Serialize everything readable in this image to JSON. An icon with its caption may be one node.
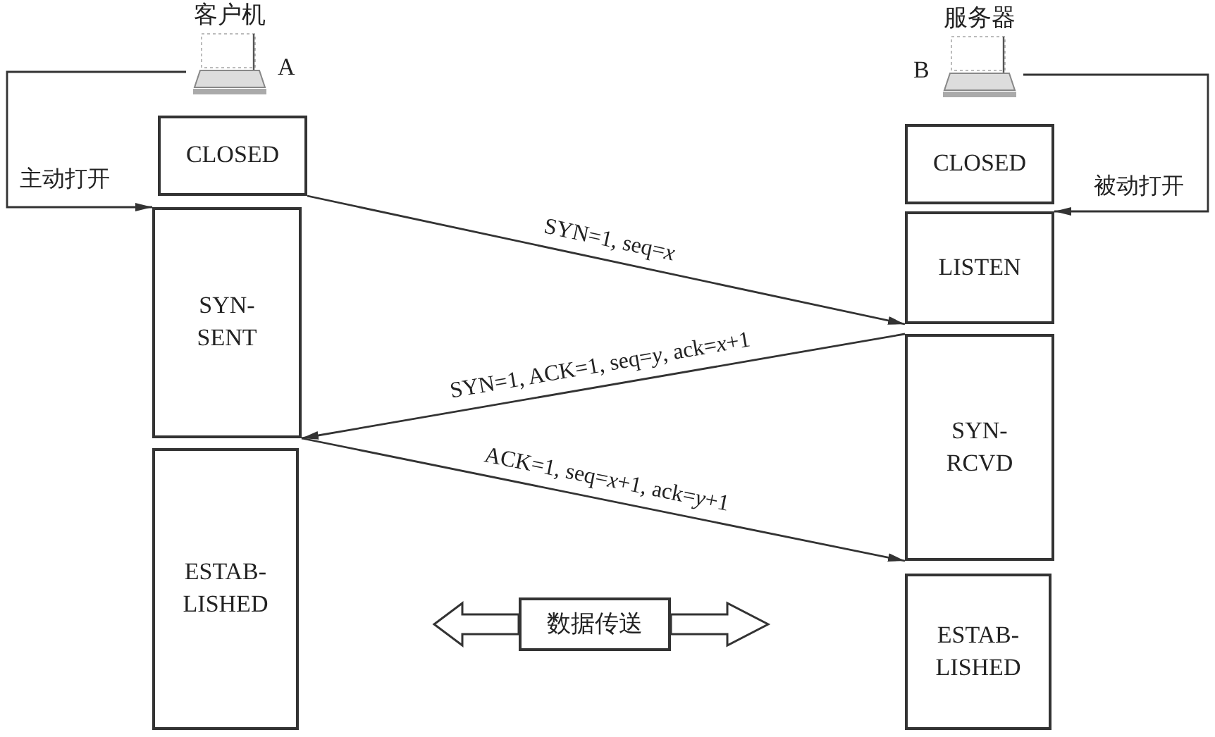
{
  "diagram": {
    "nodes": [
      {
        "text": [
          "客户机"
        ],
        "beside": [
          "A"
        ]
      },
      {
        "text": [
          "服务器"
        ],
        "beside": [
          "B"
        ]
      },
      {
        "text": [
          "CLOSED"
        ]
      },
      {
        "text": [
          "SYN- SENT"
        ]
      },
      {
        "text": [
          "ESTAB- LISHED"
        ]
      },
      {
        "text": [
          "CLOSED"
        ]
      },
      {
        "text": [
          "LISTEN"
        ]
      },
      {
        "text": [
          "SYN- RCVD"
        ]
      },
      {
        "text": [
          "ESTAB- LISHED"
        ]
      },
      {
        "text": [
          "数据传送"
        ]
      }
    ],
    "edges": [
      {
        "from": 0,
        "to": 3,
        "arrow": "to",
        "label": "主动打开"
      },
      {
        "from": 1,
        "to": 6,
        "arrow": "to",
        "label": "被动打开"
      },
      {
        "from": 2,
        "to": 6,
        "arrow": "to",
        "label": "SYN=1, seq=*x*"
      },
      {
        "from": 7,
        "to": 3,
        "arrow": "to",
        "label": "SYN=1, ACK=1, seq=*y*, ack=*x*+1"
      },
      {
        "from": 3,
        "to": 7,
        "arrow": "to",
        "label": "ACK=1, seq=*x*+1, ack=*y*+1"
      }
    ]
  }
}
